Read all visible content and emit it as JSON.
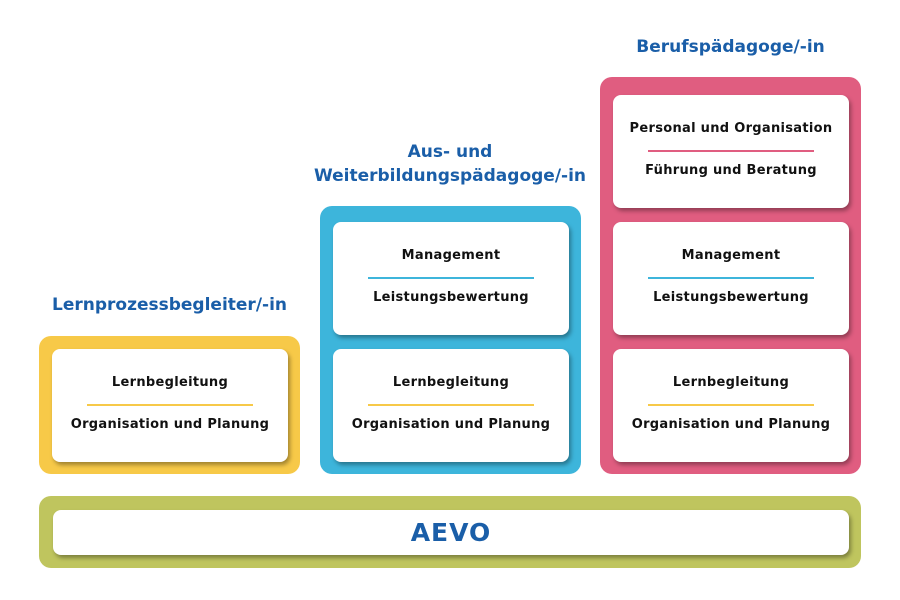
{
  "colors": {
    "yellow": "#f7c948",
    "blue": "#3db5db",
    "pink": "#e05d80",
    "green": "#bfc55e",
    "title": "#1a5ea8"
  },
  "levels": [
    {
      "title": "Lernprozessbegleiter/-in",
      "cards": [
        {
          "top": "Lernbegleitung",
          "bottom": "Organisation und Planung"
        }
      ]
    },
    {
      "title_line1": "Aus- und",
      "title_line2": "Weiterbildungspädagoge/-in",
      "cards": [
        {
          "top": "Management",
          "bottom": "Leistungsbewertung"
        },
        {
          "top": "Lernbegleitung",
          "bottom": "Organisation und Planung"
        }
      ]
    },
    {
      "title": "Berufspädagoge/-in",
      "cards": [
        {
          "top": "Personal und Organisation",
          "bottom": "Führung und Beratung"
        },
        {
          "top": "Management",
          "bottom": "Leistungsbewertung"
        },
        {
          "top": "Lernbegleitung",
          "bottom": "Organisation und Planung"
        }
      ]
    }
  ],
  "base": {
    "label": "AEVO"
  }
}
